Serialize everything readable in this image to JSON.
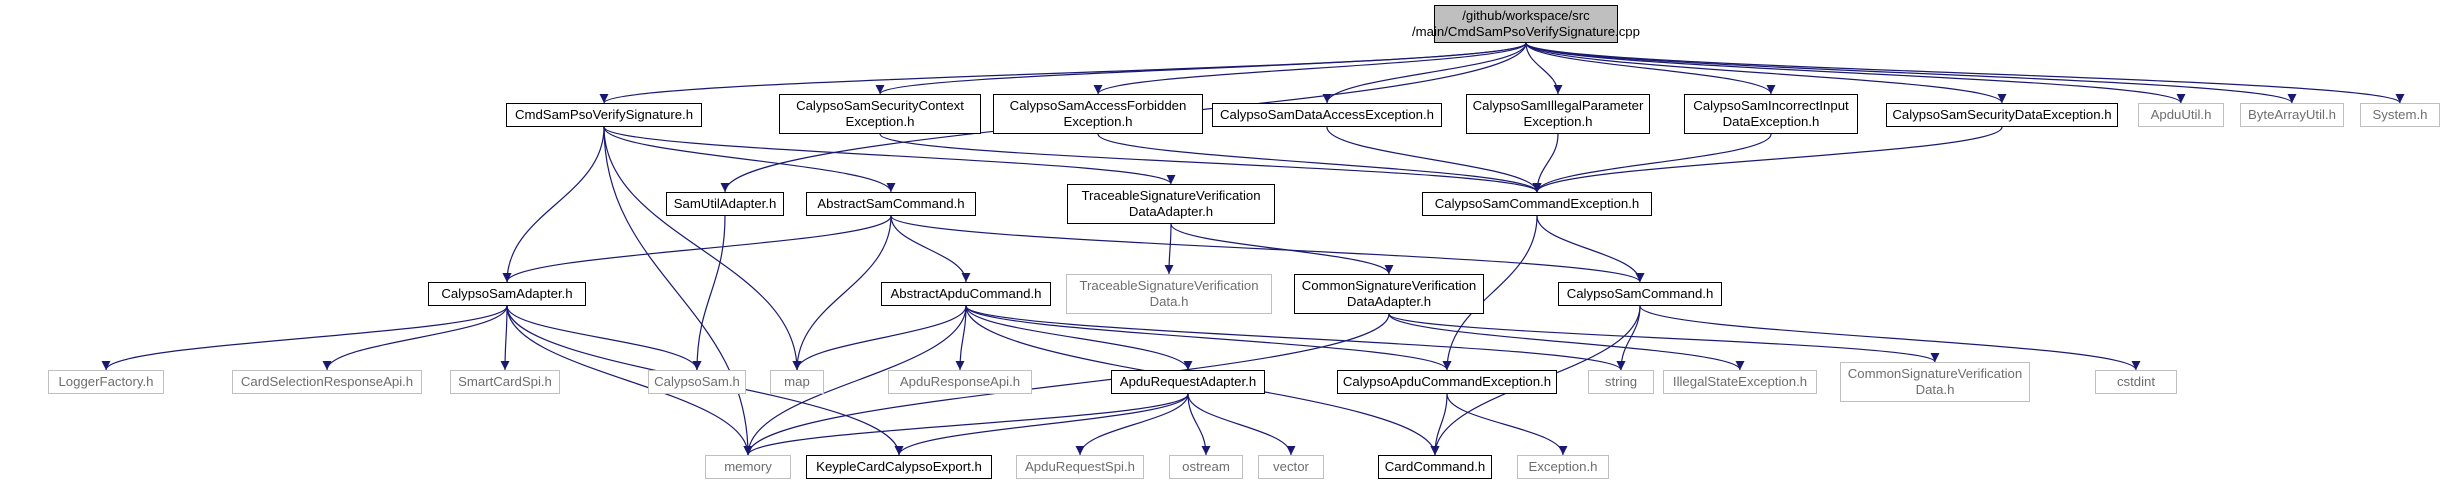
{
  "colors": {
    "edge": "#191970",
    "box": "#000000",
    "external_box": "#bfbfbf",
    "root_fill": "#bfbfbf"
  },
  "nodes": {
    "root": "/github/workspace/src\n/main/CmdSamPsoVerifySignature.cpp",
    "cmd_h": "CmdSamPsoVerifySignature.h",
    "sec_ctx": "CalypsoSamSecurityContext\nException.h",
    "access_forbidden": "CalypsoSamAccessForbidden\nException.h",
    "data_access": "CalypsoSamDataAccessException.h",
    "illegal_param": "CalypsoSamIllegalParameter\nException.h",
    "incorrect_input": "CalypsoSamIncorrectInput\nDataException.h",
    "security_data": "CalypsoSamSecurityDataException.h",
    "apdu_util": "ApduUtil.h",
    "bytearray_util": "ByteArrayUtil.h",
    "system_h": "System.h",
    "sam_util": "SamUtilAdapter.h",
    "abstract_sam_cmd": "AbstractSamCommand.h",
    "traceable_adapter": "TraceableSignatureVerification\nDataAdapter.h",
    "sam_cmd_exc": "CalypsoSamCommandException.h",
    "sam_adapter": "CalypsoSamAdapter.h",
    "abstract_apdu_cmd": "AbstractApduCommand.h",
    "traceable_data": "TraceableSignatureVerification\nData.h",
    "common_adapter": "CommonSignatureVerification\nDataAdapter.h",
    "sam_command": "CalypsoSamCommand.h",
    "logger": "LoggerFactory.h",
    "card_sel": "CardSelectionResponseApi.h",
    "smartcard": "SmartCardSpi.h",
    "calypso_sam": "CalypsoSam.h",
    "map": "map",
    "apdu_resp_api": "ApduResponseApi.h",
    "apdu_cmd_exc": "CalypsoApduCommandException.h",
    "string": "string",
    "illegal_state": "IllegalStateException.h",
    "common_data": "CommonSignatureVerification\nData.h",
    "cstdint": "cstdint",
    "apdu_req_adapter": "ApduRequestAdapter.h",
    "memory": "memory",
    "keyple_export": "KeypleCardCalypsoExport.h",
    "apdu_req_spi": "ApduRequestSpi.h",
    "ostream": "ostream",
    "vector": "vector",
    "card_command": "CardCommand.h",
    "exception_h": "Exception.h"
  },
  "edges": [
    [
      "root",
      "cmd_h"
    ],
    [
      "root",
      "sec_ctx"
    ],
    [
      "root",
      "access_forbidden"
    ],
    [
      "root",
      "data_access"
    ],
    [
      "root",
      "illegal_param"
    ],
    [
      "root",
      "incorrect_input"
    ],
    [
      "root",
      "security_data"
    ],
    [
      "root",
      "apdu_util"
    ],
    [
      "root",
      "bytearray_util"
    ],
    [
      "root",
      "system_h"
    ],
    [
      "root",
      "sam_util"
    ],
    [
      "cmd_h",
      "abstract_sam_cmd"
    ],
    [
      "cmd_h",
      "traceable_adapter"
    ],
    [
      "cmd_h",
      "sam_adapter"
    ],
    [
      "cmd_h",
      "map"
    ],
    [
      "cmd_h",
      "memory"
    ],
    [
      "sec_ctx",
      "sam_cmd_exc"
    ],
    [
      "access_forbidden",
      "sam_cmd_exc"
    ],
    [
      "data_access",
      "sam_cmd_exc"
    ],
    [
      "illegal_param",
      "sam_cmd_exc"
    ],
    [
      "incorrect_input",
      "sam_cmd_exc"
    ],
    [
      "security_data",
      "sam_cmd_exc"
    ],
    [
      "sam_util",
      "calypso_sam"
    ],
    [
      "abstract_sam_cmd",
      "sam_adapter"
    ],
    [
      "abstract_sam_cmd",
      "abstract_apdu_cmd"
    ],
    [
      "abstract_sam_cmd",
      "map"
    ],
    [
      "abstract_sam_cmd",
      "sam_command"
    ],
    [
      "traceable_adapter",
      "traceable_data"
    ],
    [
      "traceable_adapter",
      "common_adapter"
    ],
    [
      "sam_cmd_exc",
      "sam_command"
    ],
    [
      "sam_cmd_exc",
      "apdu_cmd_exc"
    ],
    [
      "sam_adapter",
      "logger"
    ],
    [
      "sam_adapter",
      "card_sel"
    ],
    [
      "sam_adapter",
      "smartcard"
    ],
    [
      "sam_adapter",
      "calypso_sam"
    ],
    [
      "sam_adapter",
      "keyple_export"
    ],
    [
      "sam_adapter",
      "memory"
    ],
    [
      "abstract_apdu_cmd",
      "map"
    ],
    [
      "abstract_apdu_cmd",
      "apdu_resp_api"
    ],
    [
      "abstract_apdu_cmd",
      "apdu_req_adapter"
    ],
    [
      "abstract_apdu_cmd",
      "apdu_cmd_exc"
    ],
    [
      "abstract_apdu_cmd",
      "card_command"
    ],
    [
      "abstract_apdu_cmd",
      "string"
    ],
    [
      "abstract_apdu_cmd",
      "memory"
    ],
    [
      "common_adapter",
      "common_data"
    ],
    [
      "common_adapter",
      "illegal_state"
    ],
    [
      "common_adapter",
      "memory"
    ],
    [
      "sam_command",
      "string"
    ],
    [
      "sam_command",
      "cstdint"
    ],
    [
      "sam_command",
      "card_command"
    ],
    [
      "apdu_cmd_exc",
      "card_command"
    ],
    [
      "apdu_cmd_exc",
      "exception_h"
    ],
    [
      "apdu_req_adapter",
      "memory"
    ],
    [
      "apdu_req_adapter",
      "keyple_export"
    ],
    [
      "apdu_req_adapter",
      "apdu_req_spi"
    ],
    [
      "apdu_req_adapter",
      "ostream"
    ],
    [
      "apdu_req_adapter",
      "vector"
    ]
  ]
}
